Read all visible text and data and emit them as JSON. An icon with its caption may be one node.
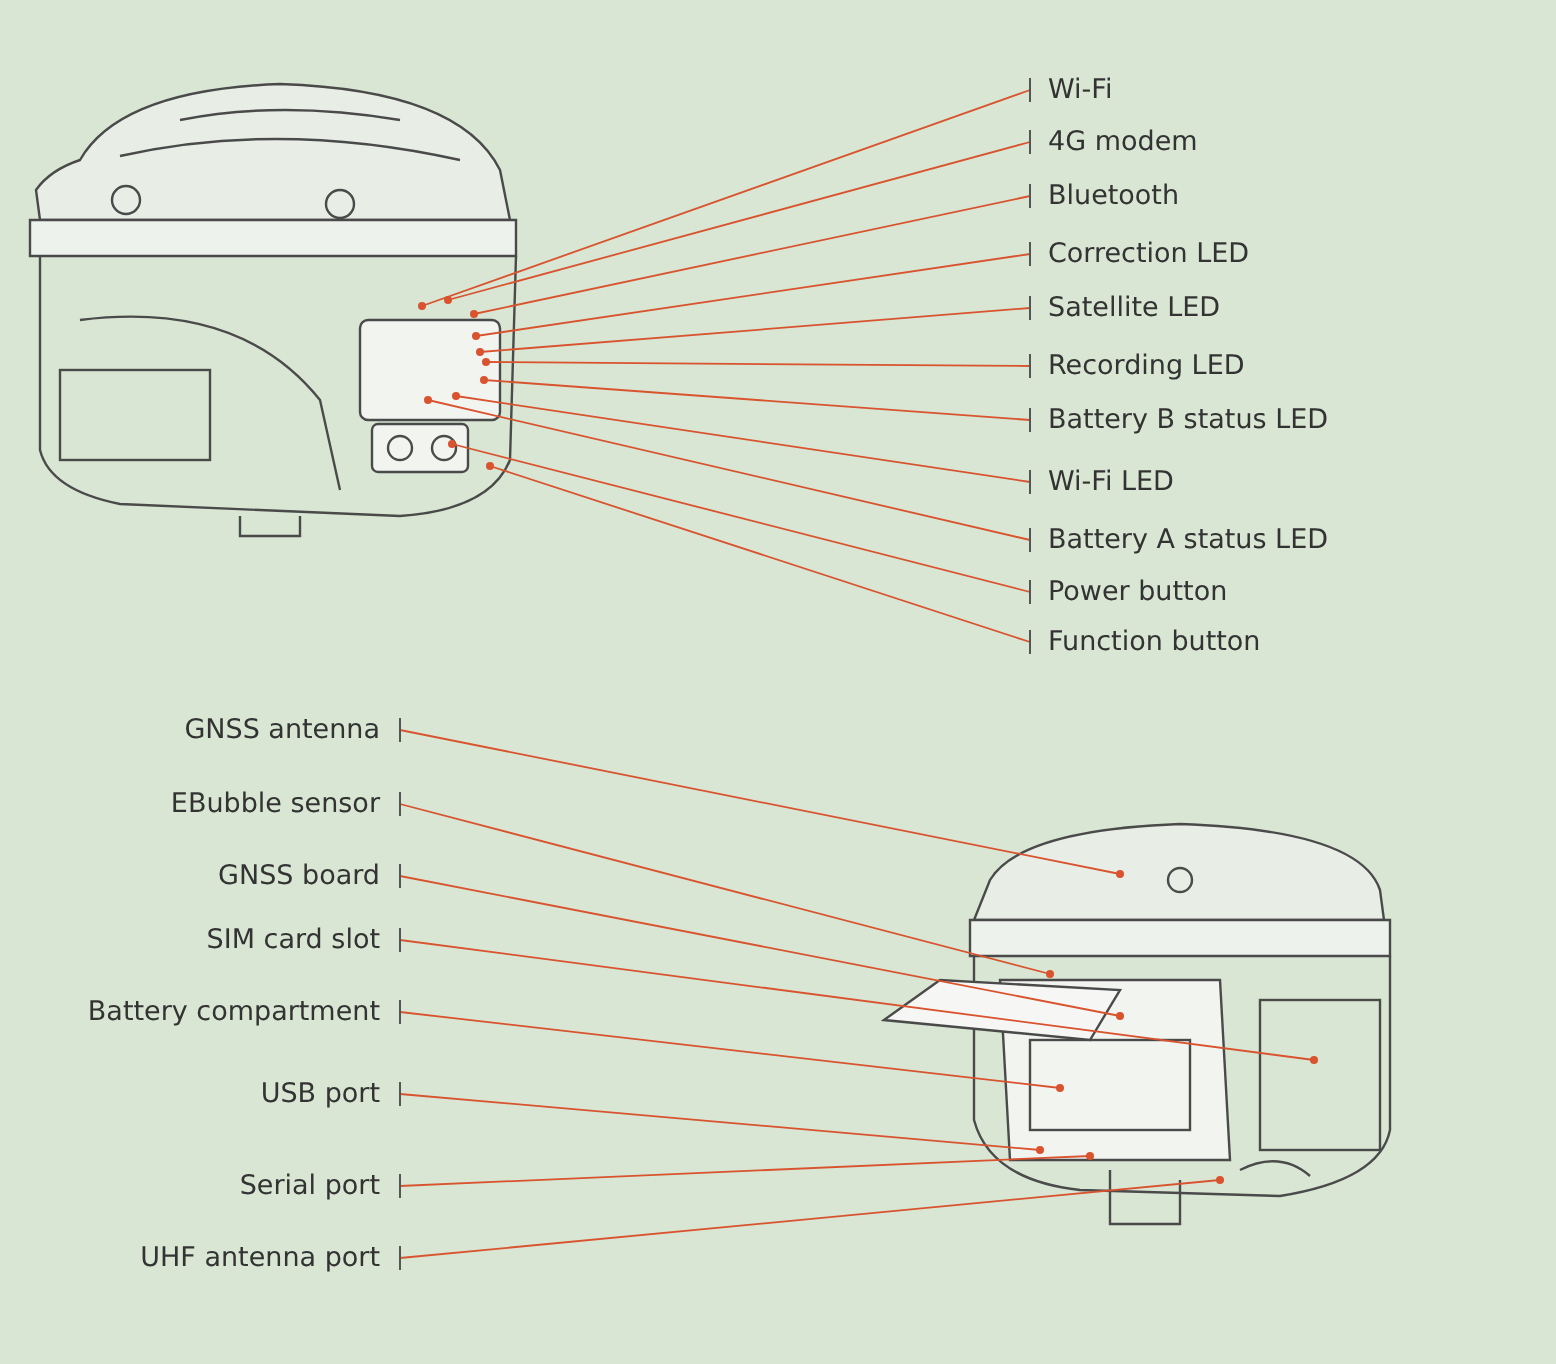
{
  "diagram": {
    "nodes": [
      {
        "text": [
          "Wi-Fi"
        ]
      },
      {
        "text": [
          "4G modem"
        ]
      },
      {
        "text": [
          "Bluetooth"
        ]
      },
      {
        "text": [
          "Correction LED"
        ]
      },
      {
        "text": [
          "Satellite LED"
        ]
      },
      {
        "text": [
          "Recording LED"
        ]
      },
      {
        "text": [
          "Battery B status LED"
        ]
      },
      {
        "text": [
          "Wi-Fi LED"
        ]
      },
      {
        "text": [
          "Battery A status LED"
        ]
      },
      {
        "text": [
          "Power button"
        ]
      },
      {
        "text": [
          "Function button"
        ]
      },
      {
        "text": [
          "GNSS antenna"
        ]
      },
      {
        "text": [
          "EBubble sensor"
        ]
      },
      {
        "text": [
          "GNSS board"
        ]
      },
      {
        "text": [
          "SIM card slot"
        ]
      },
      {
        "text": [
          "Battery compartment"
        ]
      },
      {
        "text": [
          "USB port"
        ]
      },
      {
        "text": [
          "Serial port"
        ]
      },
      {
        "text": [
          "UHF antenna port"
        ]
      }
    ],
    "edges": [
      {
        "from": 0,
        "to": null,
        "arrow": "other"
      },
      {
        "from": 1,
        "to": null,
        "arrow": "other"
      },
      {
        "from": 2,
        "to": null,
        "arrow": "other"
      },
      {
        "from": 3,
        "to": null,
        "arrow": "other"
      },
      {
        "from": 4,
        "to": null,
        "arrow": "other"
      },
      {
        "from": 5,
        "to": null,
        "arrow": "other"
      },
      {
        "from": 6,
        "to": null,
        "arrow": "other"
      },
      {
        "from": 7,
        "to": null,
        "arrow": "other"
      },
      {
        "from": 8,
        "to": null,
        "arrow": "other"
      },
      {
        "from": 9,
        "to": null,
        "arrow": "other"
      },
      {
        "from": 10,
        "to": null,
        "arrow": "other"
      },
      {
        "from": 11,
        "to": null,
        "arrow": "other"
      },
      {
        "from": 12,
        "to": null,
        "arrow": "other"
      },
      {
        "from": 13,
        "to": null,
        "arrow": "other"
      },
      {
        "from": 14,
        "to": null,
        "arrow": "other"
      },
      {
        "from": 15,
        "to": null,
        "arrow": "other"
      },
      {
        "from": 16,
        "to": null,
        "arrow": "other"
      },
      {
        "from": 17,
        "to": null,
        "arrow": "other"
      },
      {
        "from": 18,
        "to": null,
        "arrow": "other"
      }
    ]
  }
}
